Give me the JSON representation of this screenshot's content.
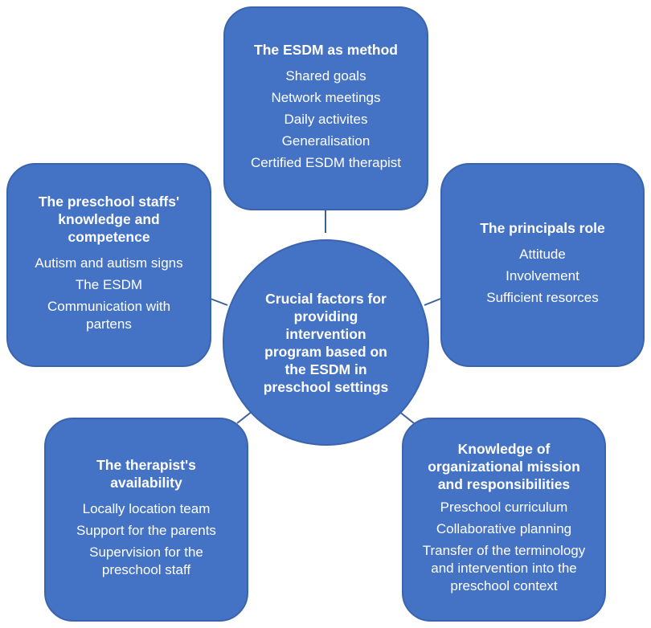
{
  "center": {
    "label": "Crucial factors for providing intervention program based on the ESDM in preschool settings"
  },
  "boxes": [
    {
      "id": "top",
      "title": "The ESDM as method",
      "items": [
        "Shared  goals",
        "Network meetings",
        "Daily activites",
        "Generalisation",
        "Certified ESDM therapist"
      ]
    },
    {
      "id": "left",
      "title": "The preschool staffs' knowledge and competence",
      "items": [
        "Autism and autism signs",
        "The ESDM",
        "Communication with partens"
      ]
    },
    {
      "id": "right",
      "title": "The principals role",
      "items": [
        "Attitude",
        "Involvement",
        "Sufficient resorces"
      ]
    },
    {
      "id": "bottom-left",
      "title": "The therapist's availability",
      "items": [
        "Locally location team",
        "Support for the parents",
        "Supervision for the preschool staff"
      ]
    },
    {
      "id": "bottom-right",
      "title": "Knowledge of organizational mission and responsibilities",
      "items": [
        "Preschool curriculum",
        "Collaborative planning",
        "Transfer of the terminology and intervention into the preschool context"
      ]
    }
  ],
  "colors": {
    "fill": "#4472c4",
    "border": "#3a64ad",
    "text": "#ffffff",
    "connector": "#3f5f9a"
  }
}
